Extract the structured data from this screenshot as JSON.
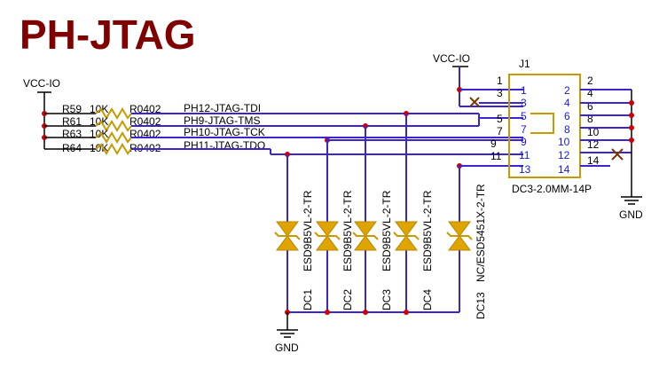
{
  "title": "PH-JTAG",
  "power": {
    "vcc_left": "VCC-IO",
    "vcc_right": "VCC-IO",
    "gnd_right": "GND",
    "gnd_bottom": "GND"
  },
  "resistors": [
    {
      "ref": "R59",
      "value": "10K",
      "package": "R0402",
      "net": "PH12-JTAG-TDI"
    },
    {
      "ref": "R61",
      "value": "10K",
      "package": "R0402",
      "net": "PH9-JTAG-TMS"
    },
    {
      "ref": "R63",
      "value": "10K",
      "package": "R0402",
      "net": "PH10-JTAG-TCK"
    },
    {
      "ref": "R64",
      "value": "10K",
      "package": "R0402",
      "net": "PH11-JTAG-TDO"
    }
  ],
  "connector": {
    "ref": "J1",
    "part": "DC3-2.0MM-14P",
    "odd_pins": [
      "1",
      "3",
      "5",
      "7",
      "9",
      "11",
      "13"
    ],
    "even_pins": [
      "2",
      "4",
      "6",
      "8",
      "10",
      "12",
      "14"
    ]
  },
  "diodes": [
    {
      "ref": "DC1",
      "part": "ESD9B5VL-2-TR"
    },
    {
      "ref": "DC2",
      "part": "ESD9B5VL-2-TR"
    },
    {
      "ref": "DC3",
      "part": "ESD9B5VL-2-TR"
    },
    {
      "ref": "DC4",
      "part": "ESD9B5VL-2-TR"
    },
    {
      "ref": "DC13",
      "part": "NC/ESD5451X-2-TR"
    }
  ]
}
